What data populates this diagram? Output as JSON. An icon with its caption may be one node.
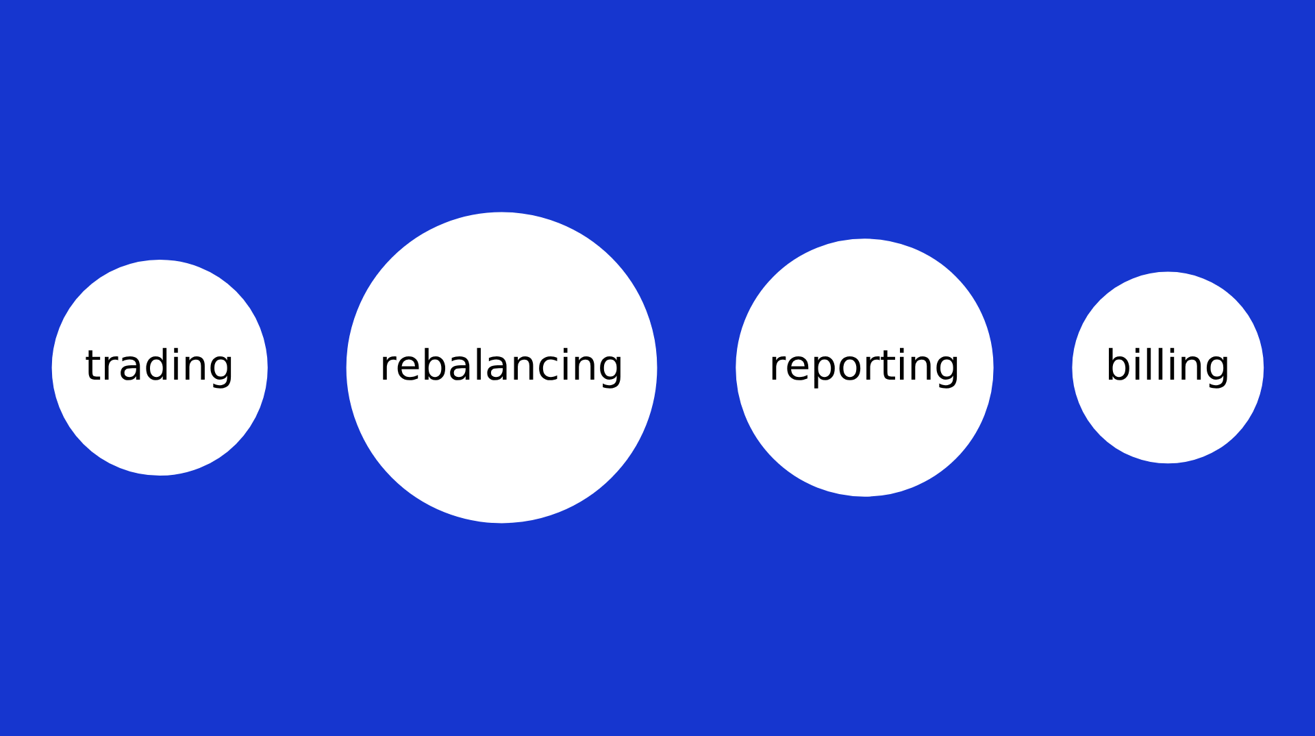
{
  "diagram": {
    "nodes": [
      {
        "text": [
          "trading"
        ]
      },
      {
        "text": [
          "rebalancing"
        ]
      },
      {
        "text": [
          "reporting"
        ]
      },
      {
        "text": [
          "billing"
        ]
      }
    ],
    "edges": []
  }
}
